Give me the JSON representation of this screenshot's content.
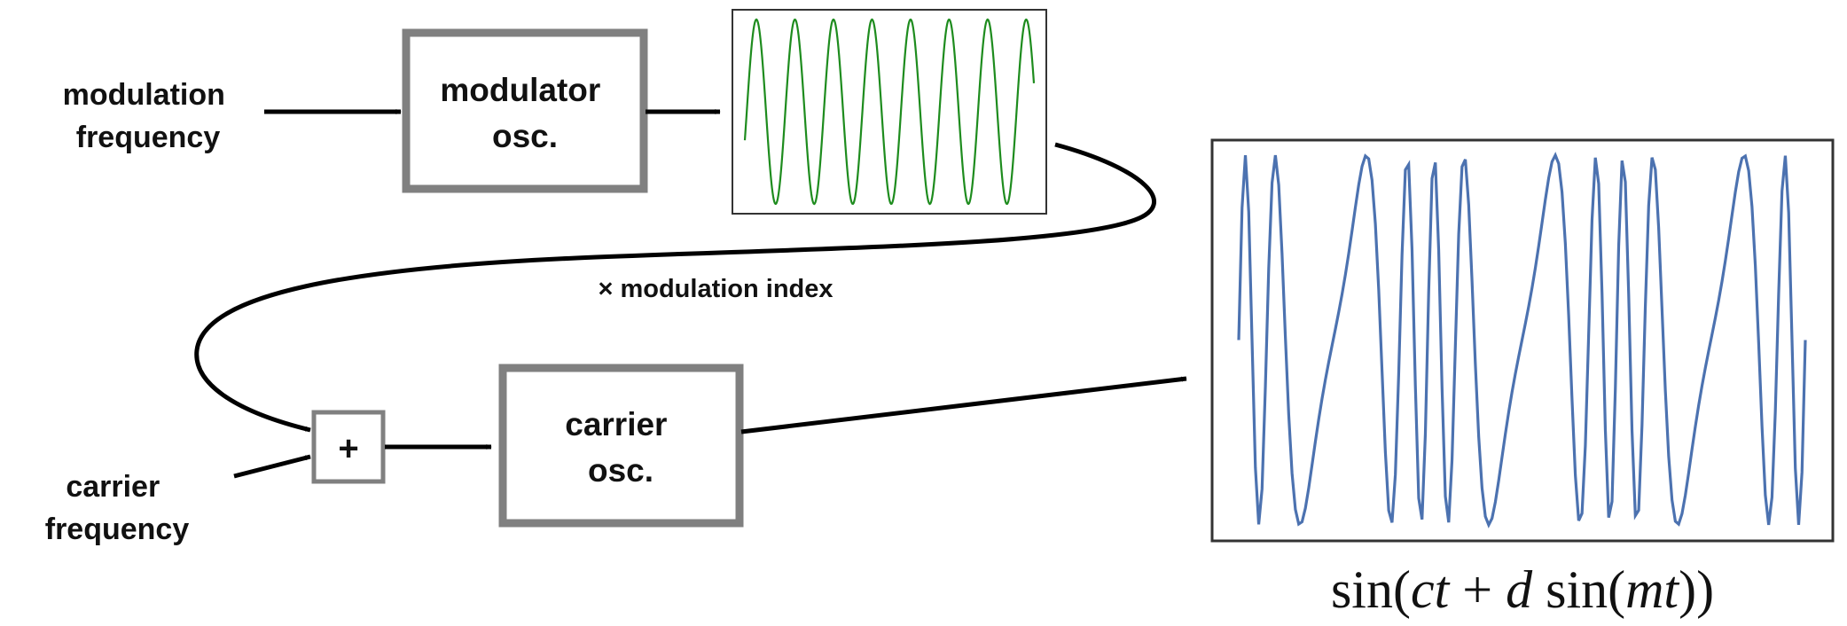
{
  "colors": {
    "box_stroke": "#808080",
    "arrow": "#000000",
    "modulator_wave": "#1e8c1e",
    "output_wave": "#4c72b0",
    "plot_frame": "#333333"
  },
  "inputs": {
    "modulation_frequency": [
      "modulation",
      "frequency"
    ],
    "carrier_frequency": [
      "carrier",
      "frequency"
    ]
  },
  "blocks": {
    "modulator": [
      "modulator",
      "osc."
    ],
    "adder": "+",
    "carrier": [
      "carrier",
      "osc."
    ]
  },
  "annotation": "× modulation index",
  "formula": {
    "prefix": "sin(",
    "ct": "ct",
    "plus": " + ",
    "d": "d",
    "sin": " sin(",
    "mt": "mt",
    "suffix": "))"
  },
  "chart_data": [
    {
      "type": "line",
      "series": [
        {
          "function": "sin(mt)",
          "cycles": 7.5
        }
      ],
      "grid": false
    },
    {
      "type": "line",
      "series": [
        {
          "function": "sin(ct + d sin(mt))"
        }
      ],
      "grid": false
    }
  ]
}
